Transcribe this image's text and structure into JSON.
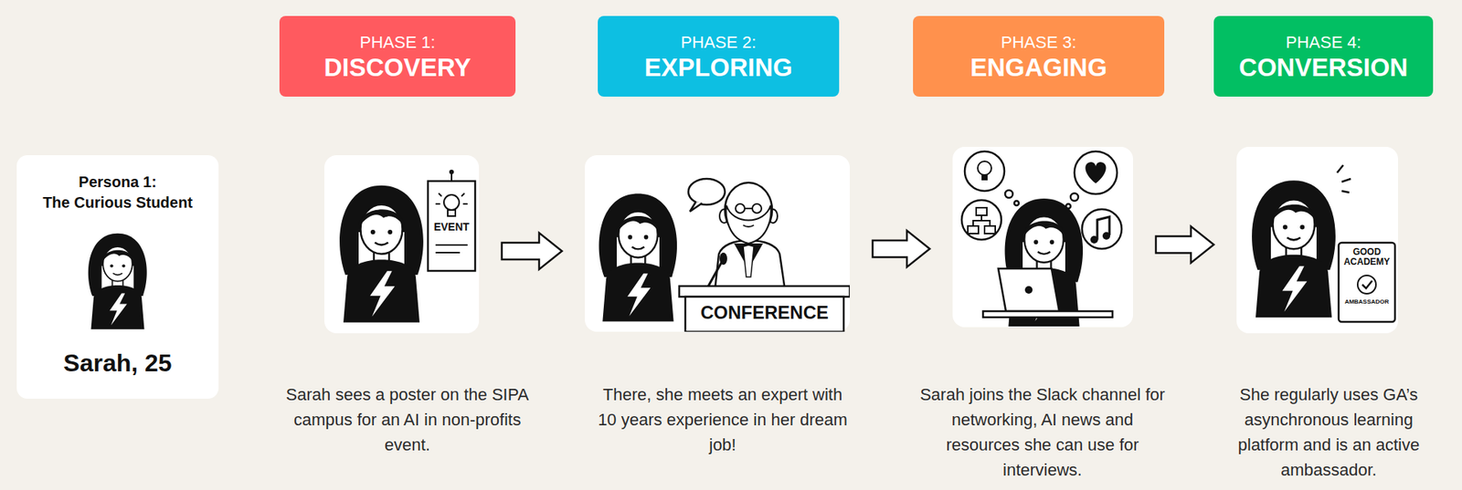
{
  "diagram": {
    "nodes": [
      {
        "text": [
          "Persona 1:",
          "The Curious Student",
          "Sarah, 25"
        ]
      },
      {
        "text": [
          "PHASE 1:",
          "DISCOVERY"
        ]
      },
      {
        "text": [
          "PHASE 2:",
          "EXPLORING"
        ]
      },
      {
        "text": [
          "PHASE 3:",
          "ENGAGING"
        ]
      },
      {
        "text": [
          "PHASE 4:",
          "CONVERSION"
        ]
      },
      {
        "text": [
          "Sarah sees a poster on the SIPA campus for an AI in non-profits event."
        ]
      },
      {
        "text": [
          "There, she meets an expert with 10 years experience in her dream job!"
        ]
      },
      {
        "text": [
          "Sarah joins the Slack channel for networking, AI news and resources she can use for interviews."
        ]
      },
      {
        "text": [
          "She regularly uses GA’s asynchronous learning platform and is an active ambassador."
        ]
      }
    ],
    "edges": [
      {
        "from": 5,
        "to": 6,
        "arrow": "to"
      },
      {
        "from": 6,
        "to": 7,
        "arrow": "to"
      },
      {
        "from": 7,
        "to": 8,
        "arrow": "to"
      }
    ],
    "labels": [
      "EVENT",
      "CONFERENCE",
      "GOOD ACADEMY",
      "AMBASSADOR"
    ]
  }
}
